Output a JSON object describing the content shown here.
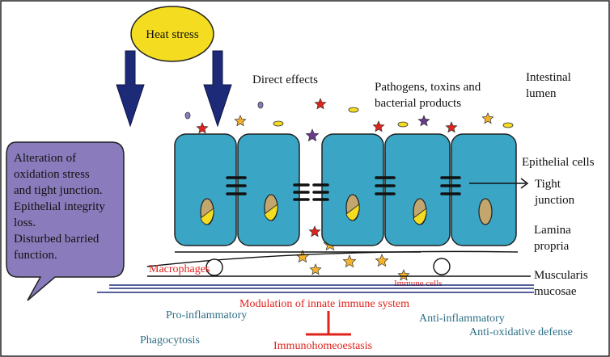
{
  "labels": {
    "heat_stress": "Heat stress",
    "direct_effects": "Direct effects",
    "pathogens_line1": "Pathogens, toxins and",
    "pathogens_line2": "bacterial products",
    "lumen_line1": "Intestinal",
    "lumen_line2": "lumen",
    "epithelial_cells": "Epithelial cells",
    "tight_line1": "Tight",
    "tight_line2": "junction",
    "lamina_line1": "Lamina",
    "lamina_line2": "propria",
    "macrophages": "Macrophages",
    "immune_cells": "Immune cells",
    "muscularis_line1": "Muscularis",
    "muscularis_line2": "mucosae",
    "modulation": "Modulation of innate immune system",
    "pro_inflammatory": "Pro-inflammatory",
    "anti_inflammatory": "Anti-inflammatory",
    "anti_oxidative": "Anti-oxidative defense",
    "phagocytosis": "Phagocytosis",
    "immunohomeostasis": "Immunohomeoestasis"
  },
  "bubble": {
    "lines": [
      "Alteration of",
      "oxidation stress",
      "and tight junction.",
      "Epithelial integrity",
      "loss.",
      "Disturbed barried",
      "function."
    ]
  },
  "colors": {
    "cell_fill": "#3aa5c4",
    "nucleus_fill": "#c2a66e",
    "nucleus_yellow": "#f4dc21",
    "bubble_fill": "#8a7cbc",
    "heat_fill": "#f4dc21",
    "arrow_fill": "#1d2a78",
    "red_star": "#e0231c",
    "gold_star": "#f6b22a",
    "purple_star": "#6a3a8c"
  }
}
